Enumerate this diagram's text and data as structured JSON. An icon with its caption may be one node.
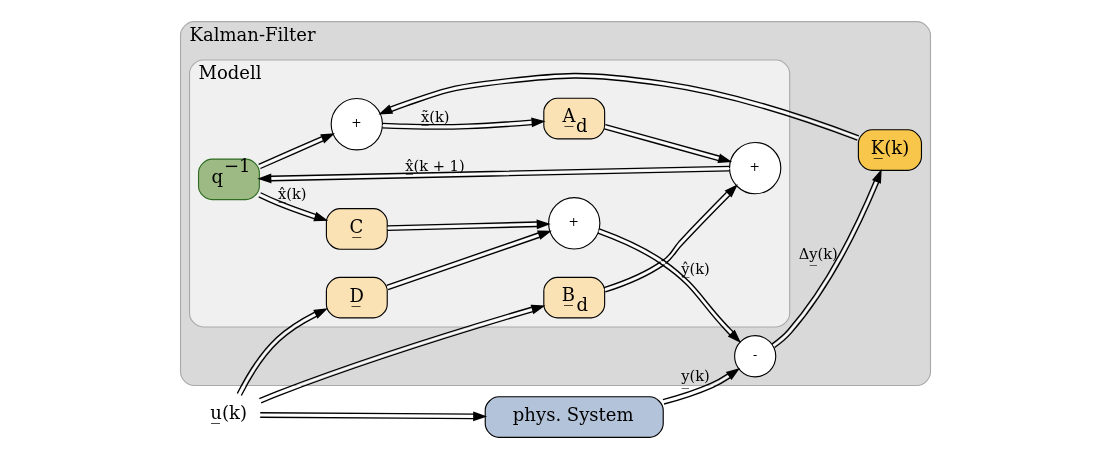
{
  "diagram": {
    "nodes": [
      {
        "text": [
          "u̲(k)"
        ]
      },
      {
        "text": [
          "phys. System"
        ]
      },
      {
        "text": [
          "Kalman-Filter"
        ]
      },
      {
        "text": [
          "Modell"
        ],
        "in": 2
      },
      {
        "text": [
          "D̲"
        ],
        "in": 3
      },
      {
        "text": [
          "B̲$_{d}$"
        ],
        "in": 3
      },
      {
        "text": [
          "+"
        ],
        "in": 3
      },
      {
        "text": [
          "q$^{−1}$"
        ],
        "in": 3
      },
      {
        "text": [
          "C̲"
        ],
        "in": 3
      },
      {
        "text": [
          "+"
        ],
        "in": 3
      },
      {
        "text": [
          "A̲$_{d}$"
        ],
        "in": 3
      },
      {
        "text": [
          "+"
        ],
        "in": 3
      },
      {
        "text": [
          "-"
        ],
        "in": 2
      },
      {
        "text": [
          "K̲(k)"
        ],
        "in": 2
      }
    ],
    "edges": [
      {
        "from": 0,
        "to": 1,
        "arrow": "to"
      },
      {
        "from": 0,
        "to": 5,
        "arrow": "to"
      },
      {
        "from": 0,
        "to": 4,
        "arrow": "to"
      },
      {
        "from": 1,
        "to": 12,
        "arrow": "to",
        "label": "y̲(k)"
      },
      {
        "from": 5,
        "to": 6,
        "arrow": "to"
      },
      {
        "from": 6,
        "to": 7,
        "arrow": "to",
        "label": "x̲̂(k + 1)"
      },
      {
        "from": 7,
        "to": 8,
        "arrow": "to",
        "label": "x̲̂(k)"
      },
      {
        "from": 7,
        "to": 11,
        "arrow": "to"
      },
      {
        "from": 4,
        "to": 9,
        "arrow": "to"
      },
      {
        "from": 8,
        "to": 9,
        "arrow": "to"
      },
      {
        "from": 9,
        "to": 12,
        "arrow": "to",
        "label": "ŷ̲(k)"
      },
      {
        "from": 12,
        "to": 13,
        "arrow": "to",
        "label": "Δy̲(k)"
      },
      {
        "from": 13,
        "to": 11,
        "arrow": "to"
      },
      {
        "from": 11,
        "to": 10,
        "arrow": "to",
        "label": "x̲̃(k)"
      },
      {
        "from": 10,
        "to": 6,
        "arrow": "to"
      }
    ]
  }
}
